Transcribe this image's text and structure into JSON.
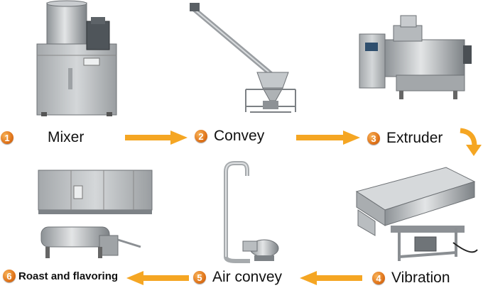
{
  "steps": [
    {
      "number": "1",
      "label": "Mixer"
    },
    {
      "number": "2",
      "label": "Convey"
    },
    {
      "number": "3",
      "label": "Extruder"
    },
    {
      "number": "4",
      "label": "Vibration"
    },
    {
      "number": "5",
      "label": "Air convey"
    },
    {
      "number": "6",
      "label": "Roast and flavoring"
    }
  ],
  "colors": {
    "arrow": "#f5a623",
    "badge": "#e0741a",
    "steel": "#b8bcbf"
  }
}
